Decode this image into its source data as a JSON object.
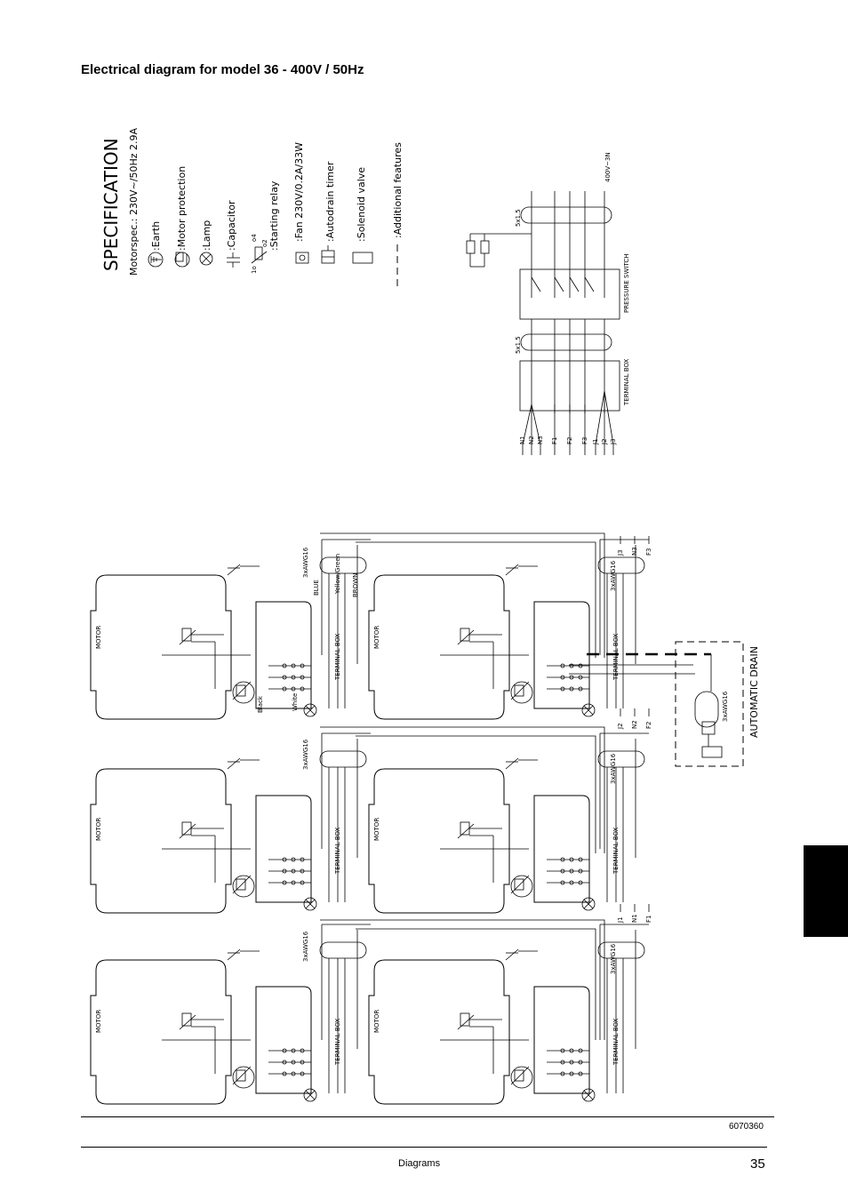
{
  "title": "Electrical diagram for model 36 - 400V / 50Hz",
  "specification": {
    "heading": "SPECIFICATION",
    "motorspec": "Motorspec.: 230V~/50Hz 2.9A",
    "items": [
      {
        "icon": "earth-symbol-icon",
        "label": ":Earth"
      },
      {
        "icon": "motor-protection-symbol-icon",
        "label": ":Motor protection"
      },
      {
        "icon": "lamp-symbol-icon",
        "label": ":Lamp"
      },
      {
        "icon": "capacitor-symbol-icon",
        "label": ":Capacitor"
      },
      {
        "icon": "starting-relay-symbol-icon",
        "label": ":Starting relay"
      },
      {
        "icon": "fan-symbol-icon",
        "label": ":Fan 230V/0.2A/33W"
      },
      {
        "icon": "autodrain-timer-symbol-icon",
        "label": ":Autodrain timer"
      },
      {
        "icon": "solenoid-valve-symbol-icon",
        "label": ":Solenoid valve"
      },
      {
        "icon": "dashed-line-symbol-icon",
        "label": ":Additional features"
      }
    ]
  },
  "supply": {
    "cable_top": "5x1.5",
    "cable_mid": "5x1.5",
    "voltage": "400V~3N",
    "pressure_switch": "PRESSURE SWITCH",
    "terminal_box": "TERMINAL BOX",
    "terminals": [
      "N1",
      "N2",
      "N3",
      "F1",
      "F2",
      "F3",
      "J1",
      "J2",
      "J3"
    ]
  },
  "units": {
    "motor": "MOTOR",
    "terminal_box": "TERMINAL BOX",
    "cable": "3xAWG16",
    "wire_blue": "BLUE",
    "wire_yellow_green": "Yellow/Green",
    "wire_brown": "BROWN",
    "wire_white": "White",
    "wire_black": "Black"
  },
  "unit_terminals": [
    [
      "J3",
      "N3",
      "F3"
    ],
    [
      "J2",
      "N2",
      "F2"
    ],
    [
      "J1",
      "N1",
      "F1"
    ]
  ],
  "automatic_drain": {
    "label": "AUTOMATIC DRAIN",
    "cable": "3xAWG16"
  },
  "figure_code": "6070360",
  "footer": {
    "label": "Diagrams",
    "page_number": "35"
  }
}
